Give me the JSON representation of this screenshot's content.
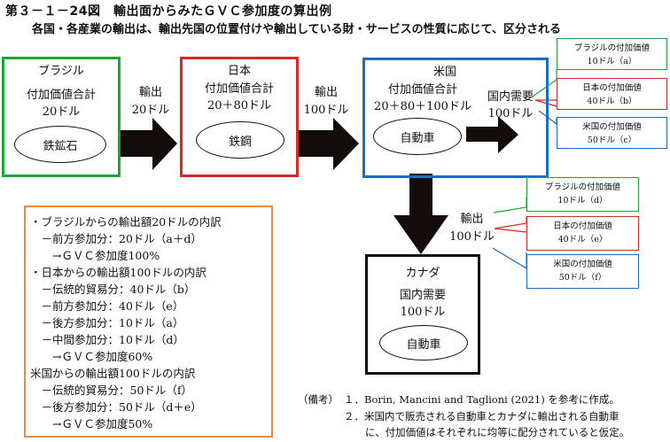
{
  "header": {
    "title": "第３－１－24図　輸出面からみたＧＶＣ参加度の算出例",
    "subtitle": "各国・各産業の輸出は、輸出先国の位置付けや輸出している財・サービスの性質に応じて、区分される"
  },
  "colors": {
    "brazil": "#22a33a",
    "japan": "#d42a25",
    "us": "#1a6fc0",
    "canada": "#111111",
    "notes_border": "#f0893a",
    "arrow": "#140c0a"
  },
  "nodes": {
    "brazil": {
      "name": "ブラジル",
      "label": "付加価値合計",
      "value": "20ドル",
      "product": "鉄鉱石"
    },
    "japan": {
      "name": "日本",
      "label": "付加価値合計",
      "value": "20＋80ドル",
      "product": "鉄鋼"
    },
    "us": {
      "name": "米国",
      "label": "付加価値合計",
      "value": "20＋80＋100ドル",
      "product": "自動車",
      "domestic_label": "国内需要",
      "domestic_value": "100ドル"
    },
    "canada": {
      "name": "カナダ",
      "label": "国内需要",
      "value": "100ドル",
      "product": "自動車"
    }
  },
  "arrows": {
    "brazil_to_japan": {
      "label": "輸出",
      "value": "20ドル"
    },
    "japan_to_us": {
      "label": "輸出",
      "value": "100ドル"
    },
    "us_to_canada": {
      "label": "輸出",
      "value": "100ドル"
    }
  },
  "callouts_domestic": [
    {
      "title": "ブラジルの付加価値",
      "value": "10ドル（a）"
    },
    {
      "title": "日本の付加価値",
      "value": "40ドル（b）"
    },
    {
      "title": "米国の付加価値",
      "value": "50ドル（c）"
    }
  ],
  "callouts_export": [
    {
      "title": "ブラジルの付加価値",
      "value": "10ドル（d）"
    },
    {
      "title": "日本の付加価値",
      "value": "40ドル（e）"
    },
    {
      "title": "米国の付加価値",
      "value": "50ドル（f）"
    }
  ],
  "notes": [
    "・ブラジルからの輸出額20ドルの内訳",
    "　－前方参加分：20ドル（a＋d）",
    "　　→ＧＶＣ参加度100%",
    "・日本からの輸出額100ドルの内訳",
    "　－伝統的貿易分：40ドル（b）",
    "　－前方参加分：40ドル（e）",
    "　－後方参加分：10ドル（a）",
    "　－中間参加分：10ドル（d）",
    "　　→ＧＶＣ参加度60%",
    "米国からの輸出額100ドルの内訳",
    "　－伝統的貿易分：50ドル（f）",
    "　－後方参加分：50ドル（d＋e）",
    "　　→ＧＶＣ参加度50%"
  ],
  "footer": {
    "label": "（備考）",
    "items": [
      "１．Borin, Mancini and Taglioni (2021) を参考に作成。",
      "２．米国内で販売される自動車とカナダに輸出される自動車",
      "に、付加価値はそれぞれに均等に配分されていると仮定。"
    ]
  }
}
